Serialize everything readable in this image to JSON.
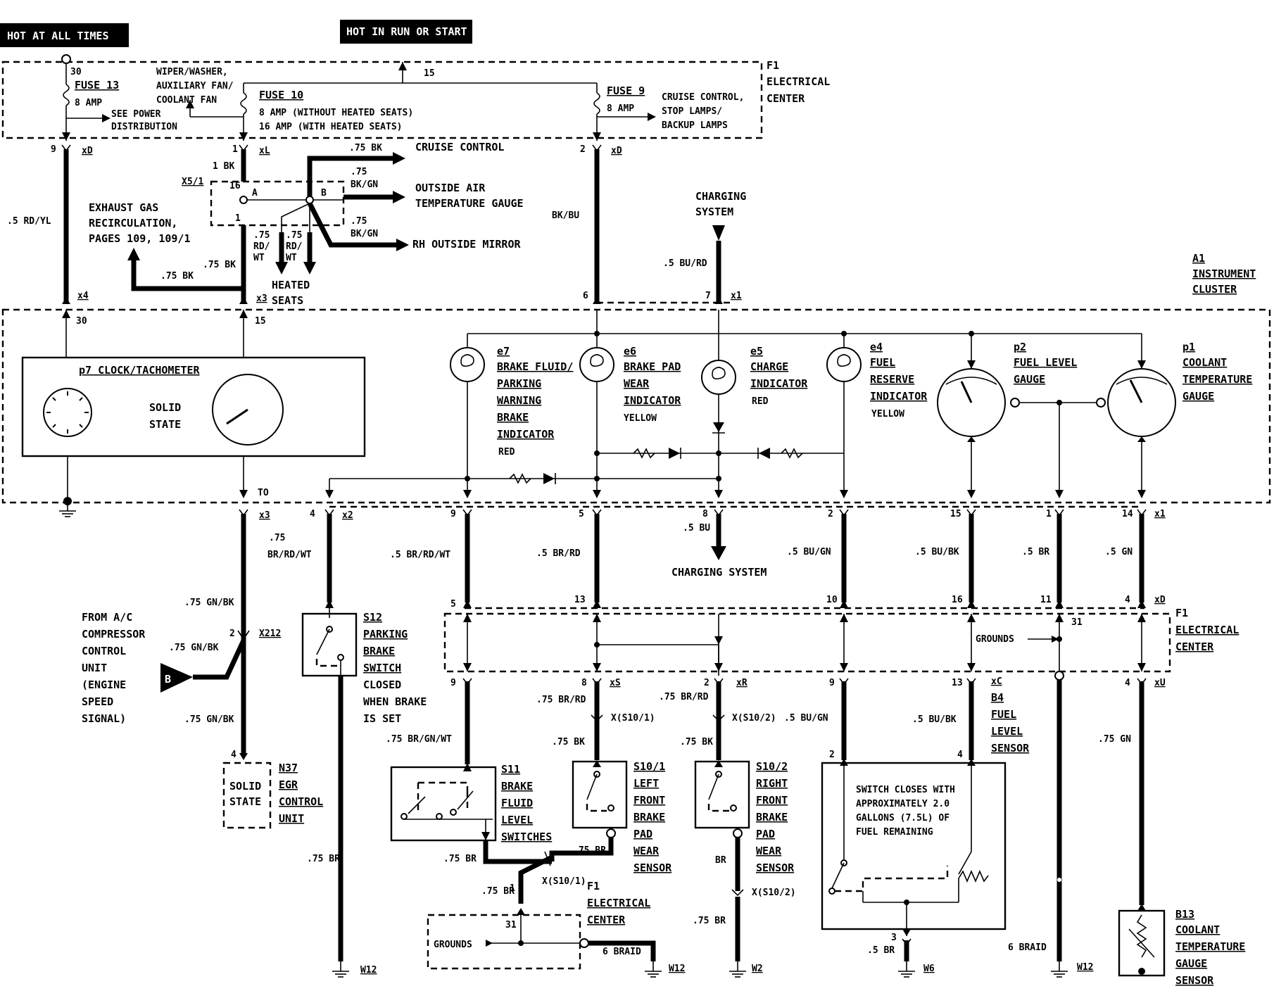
{
  "banners": {
    "hot_all_times": "HOT AT ALL TIMES",
    "hot_run_start": "HOT IN RUN OR START"
  },
  "fuse_box": {
    "ref": "F1",
    "name_1": "ELECTRICAL",
    "name_2": "CENTER",
    "fuse13_label": "FUSE 13",
    "fuse13_amp": "8 AMP",
    "fuse13_pin": "30",
    "fuse13_note_1": "SEE POWER",
    "fuse13_note_2": "DISTRIBUTION",
    "fuse10_label": "FUSE 10",
    "fuse10_amp_1": "8 AMP (WITHOUT HEATED SEATS)",
    "fuse10_amp_2": "16 AMP (WITH HEATED SEATS)",
    "fuse10_note_1": "WIPER/WASHER,",
    "fuse10_note_2": "AUXILIARY FAN/",
    "fuse10_note_3": "COOLANT FAN",
    "fuse9_label": "FUSE 9",
    "fuse9_amp": "8 AMP",
    "fuse9_note_1": "CRUISE CONTROL,",
    "fuse9_note_2": "STOP LAMPS/",
    "fuse9_note_3": "BACKUP LAMPS",
    "bus_pin": "15"
  },
  "top_wiring": {
    "pin9": "9",
    "xD_1": "xD",
    "pin1": "1",
    "xL": "xL",
    "pin2": "2",
    "xD_2": "xD",
    "w_rdyl": ".5 RD/YL",
    "w_1bk": "1 BK",
    "w_bkbu": "BK/BU",
    "x5_1": "X5/1",
    "pin16": "16",
    "pinA": "A",
    "pinB": "B",
    "pin1b": "1",
    "w_75bk_1": ".75 BK",
    "cruise": "CRUISE CONTROL",
    "w_bkgn_1a": ".75",
    "w_bkgn_1b": "BK/GN",
    "outside_air_1": "OUTSIDE AIR",
    "outside_air_2": "TEMPERATURE GAUGE",
    "w_bkgn_2a": ".75",
    "w_bkgn_2b": "BK/GN",
    "rh_mirror": "RH OUTSIDE MIRROR",
    "egr_1": "EXHAUST GAS",
    "egr_2": "RECIRCULATION,",
    "egr_3": "PAGES 109, 109/1",
    "w_75bk_2": ".75 BK",
    "w_75bk_3": ".75 BK",
    "w_rdwt_1a": ".75",
    "w_rdwt_1b": "RD/",
    "w_rdwt_1c": "WT",
    "w_rdwt_2a": ".75",
    "w_rdwt_2b": "RD/",
    "w_rdwt_2c": "WT",
    "heated_1": "HEATED",
    "heated_2": "SEATS",
    "x4": "x4",
    "x3": "x3",
    "pin6": "6",
    "charging_1": "CHARGING",
    "charging_2": "SYSTEM",
    "w_bu_rd": ".5 BU/RD",
    "pin7": "7",
    "x1": "x1"
  },
  "cluster": {
    "ref": "A1",
    "name_1": "INSTRUMENT",
    "name_2": "CLUSTER",
    "pin30": "30",
    "pin15": "15",
    "clock_title": "p7 CLOCK/TACHOMETER",
    "solid_1": "SOLID",
    "solid_2": "STATE",
    "e7": "e7",
    "e7_1": "BRAKE FLUID/",
    "e7_2": "PARKING",
    "e7_3": "WARNING",
    "e7_4": "BRAKE",
    "e7_5": "INDICATOR",
    "e7_color": "RED",
    "e6": "e6",
    "e6_1": "BRAKE PAD",
    "e6_2": "WEAR",
    "e6_3": "INDICATOR",
    "e6_color": "YELLOW",
    "e5": "e5",
    "e5_1": "CHARGE",
    "e5_2": "INDICATOR",
    "e5_color": "RED",
    "e4": "e4",
    "e4_1": "FUEL",
    "e4_2": "RESERVE",
    "e4_3": "INDICATOR",
    "e4_color": "YELLOW",
    "p2": "p2",
    "p2_1": "FUEL LEVEL",
    "p2_2": "GAUGE",
    "p1": "p1",
    "p1_1": "COOLANT",
    "p1_2": "TEMPERATURE",
    "p1_3": "GAUGE",
    "to": "TO"
  },
  "mid_wiring": {
    "x3": "x3",
    "pin4": "4",
    "x2": "x2",
    "w_brrdwt_1a": ".75",
    "w_brrdwt_1b": "BR/RD/WT",
    "w_gnbk_1": ".75 GN/BK",
    "c9": "9",
    "w_brrdwt_2": ".5 BR/RD/WT",
    "c5": "5",
    "w_brrd": ".5 BR/RD",
    "c8": "8",
    "w_bu": ".5 BU",
    "charging": "CHARGING SYSTEM",
    "c2": "2",
    "w_bugn": ".5 BU/GN",
    "c15": "15",
    "w_bubk": ".5 BU/BK",
    "c1": "1",
    "w_br": ".5 BR",
    "c14": "14",
    "w_gn": ".5 GN",
    "x1": "x1",
    "r5": "5",
    "r13": "13",
    "r10": "10",
    "r16": "16",
    "r11": "11",
    "r4": "4",
    "xD": "xD",
    "f1_ref": "F1",
    "f1_name_1": "ELECTRICAL",
    "f1_name_2": "CENTER",
    "grounds": "GROUNDS",
    "pin31": "31"
  },
  "lower_left": {
    "ac_1": "FROM A/C",
    "ac_2": "COMPRESSOR",
    "ac_3": "CONTROL",
    "ac_4": "UNIT",
    "ac_5": "(ENGINE",
    "ac_6": "SPEED",
    "ac_7": "SIGNAL)",
    "w_gnbk_2": ".75 GN/BK",
    "w_gnbk_3": ".75 GN/BK",
    "conn_b": "B",
    "pin2": "2",
    "x212": "X212",
    "pin4": "4",
    "solid_1": "SOLID",
    "solid_2": "STATE",
    "n37": "N37",
    "n37_1": "EGR",
    "n37_2": "CONTROL",
    "n37_3": "UNIT",
    "s12": "S12",
    "s12_1": "PARKING",
    "s12_2": "BRAKE",
    "s12_3": "SWITCH",
    "s12_4": "CLOSED",
    "s12_5": "WHEN BRAKE",
    "s12_6": "IS SET",
    "w_75br": ".75 BR",
    "w12": "W12"
  },
  "lower_mid": {
    "p9": "9",
    "p8": "8",
    "xS": "xS",
    "p2": "2",
    "xR": "xR",
    "w_brgnwt": ".75 BR/GN/WT",
    "w_brrd_1": ".75 BR/RD",
    "w_brrd_2": ".75 BR/RD",
    "xs10_1": "X(S10/1)",
    "xs10_2": "X(S10/2)",
    "w_75bk_1": ".75 BK",
    "w_75bk_2": ".75 BK",
    "w_bugn": ".5 BU/GN",
    "s11": "S11",
    "s11_1": "BRAKE",
    "s11_2": "FLUID",
    "s11_3": "LEVEL",
    "s11_4": "SWITCHES",
    "s10_1": "S10/1",
    "s10_1a": "LEFT",
    "s10_1b": "FRONT",
    "s10_1c": "BRAKE",
    "s10_1d": "PAD",
    "s10_1e": "WEAR",
    "s10_1f": "SENSOR",
    "s10_2": "S10/2",
    "s10_2a": "RIGHT",
    "s10_2b": "FRONT",
    "s10_2c": "BRAKE",
    "s10_2d": "PAD",
    "s10_2e": "WEAR",
    "s10_2f": "SENSOR",
    "w_75br_1": ".75 BR",
    "w_75br_2": ".75 BR",
    "w_75br_3": ".75 BR",
    "w_br": "BR",
    "w_75br_4": ".75 BR",
    "xs10_1b": "X(S10/1)",
    "xs10_2b": "X(S10/2)",
    "f1_ref": "F1",
    "f1_name_1": "ELECTRICAL",
    "f1_name_2": "CENTER",
    "pin1": "1",
    "pin31": "31",
    "grounds": "GROUNDS",
    "braid": "6 BRAID",
    "w12": "W12",
    "w2": "W2"
  },
  "lower_right": {
    "p9": "9",
    "p13": "13",
    "xC": "xC",
    "p4": "4",
    "xU": "xU",
    "w_bubk": ".5 BU/BK",
    "b4": "B4",
    "b4_1": "FUEL",
    "b4_2": "LEVEL",
    "b4_3": "SENSOR",
    "p2": "2",
    "p4b": "4",
    "note_1": "SWITCH CLOSES WITH",
    "note_2": "APPROXIMATELY 2.0",
    "note_3": "GALLONS (7.5L) OF",
    "note_4": "FUEL REMAINING",
    "p3": "3",
    "w_5br": ".5 BR",
    "w6": "W6",
    "braid": "6 BRAID",
    "w12": "W12",
    "w_75gn": ".75 GN",
    "b13": "B13",
    "b13_1": "COOLANT",
    "b13_2": "TEMPERATURE",
    "b13_3": "GAUGE",
    "b13_4": "SENSOR"
  }
}
